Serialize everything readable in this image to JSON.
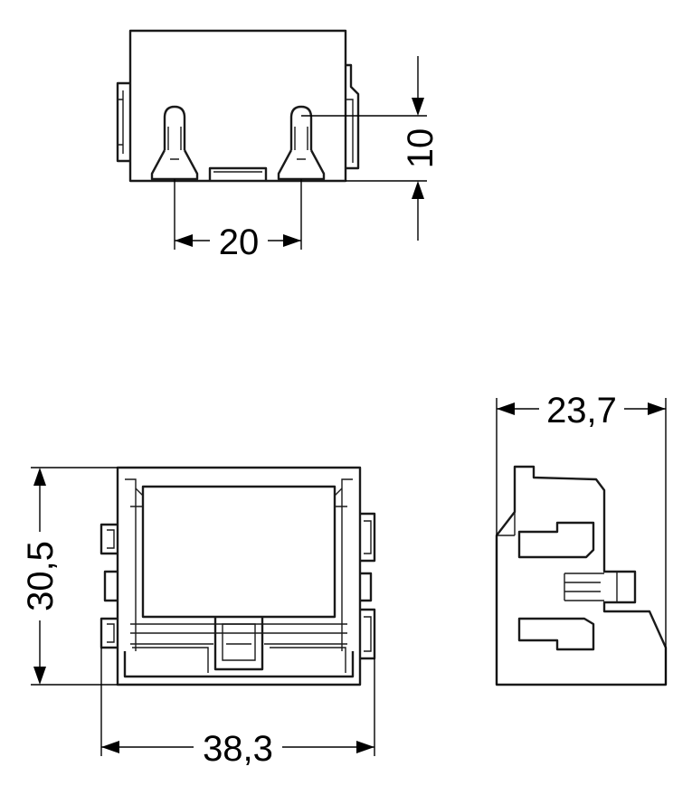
{
  "dimensions": {
    "pin_spacing": "20",
    "pin_length": "10",
    "width": "38,3",
    "height": "30,5",
    "depth": "23,7"
  }
}
